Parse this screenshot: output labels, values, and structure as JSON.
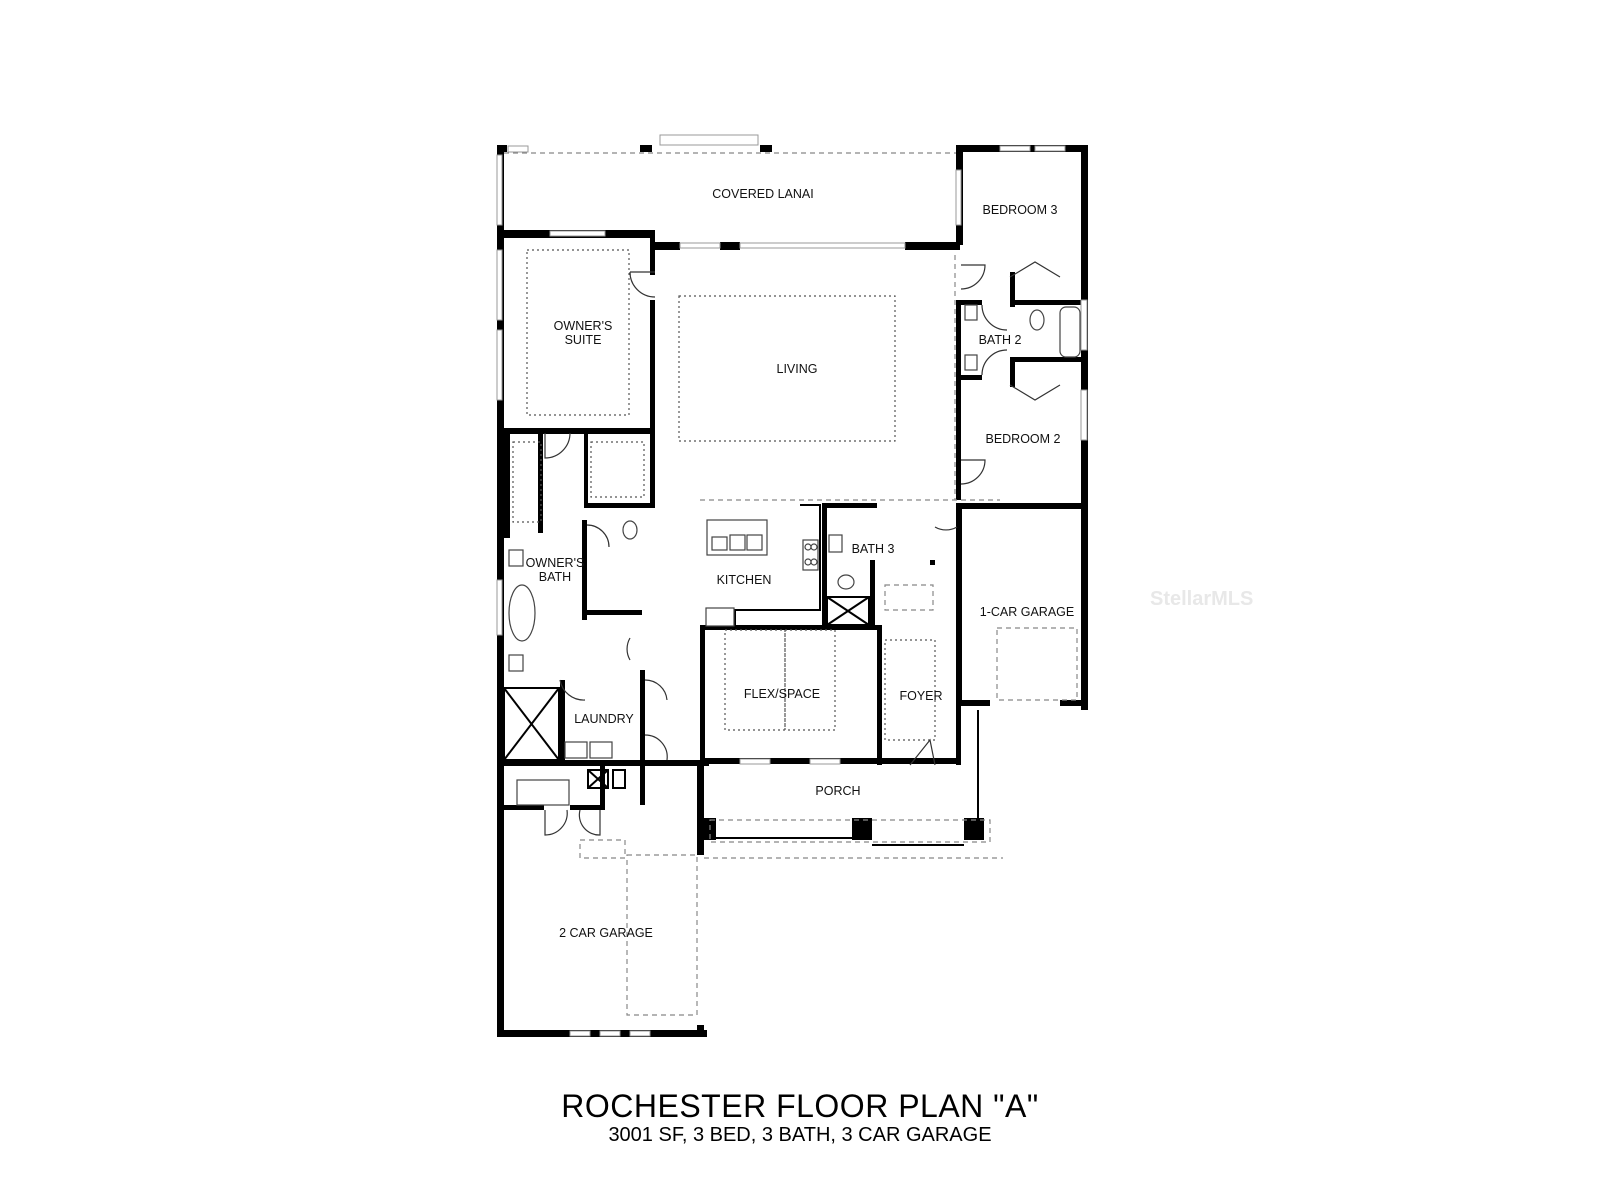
{
  "plan": {
    "title": "ROCHESTER FLOOR PLAN \"A\"",
    "subtitle": "3001 SF, 3 BED, 3 BATH, 3 CAR GARAGE",
    "watermark": "StellarMLS",
    "rooms": {
      "covered_lanai": "COVERED LANAI",
      "bedroom3": "BEDROOM 3",
      "owners_suite_1": "OWNER'S",
      "owners_suite_2": "SUITE",
      "living": "LIVING",
      "bath2": "BATH 2",
      "bedroom2": "BEDROOM 2",
      "owners_bath_1": "OWNER'S",
      "owners_bath_2": "BATH",
      "kitchen": "KITCHEN",
      "bath3": "BATH 3",
      "one_car_garage": "1-CAR GARAGE",
      "flex_space": "FLEX/SPACE",
      "foyer": "FOYER",
      "laundry": "LAUNDRY",
      "porch": "PORCH",
      "two_car_garage": "2 CAR GARAGE"
    },
    "colors": {
      "wall": "#000000",
      "background": "#ffffff",
      "dashed": "#888888"
    }
  }
}
